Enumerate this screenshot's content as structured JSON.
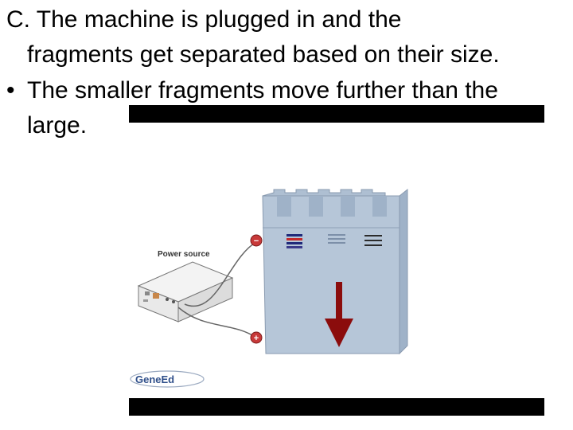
{
  "slide": {
    "line1": "C. The machine is plugged in and the",
    "line2": "fragments get separated based on their size.",
    "bullet_char": "•",
    "line3": "The smaller fragments move further than the",
    "line4": "large."
  },
  "figure": {
    "power_label": "Power source",
    "logo_text": "GeneEd",
    "negative_sign": "−",
    "positive_sign": "+",
    "colors": {
      "gel": "#b6c6d8",
      "gel_edge": "#8a9bb0",
      "arrow": "#8b0c0c",
      "letterbox": "#000000"
    }
  }
}
